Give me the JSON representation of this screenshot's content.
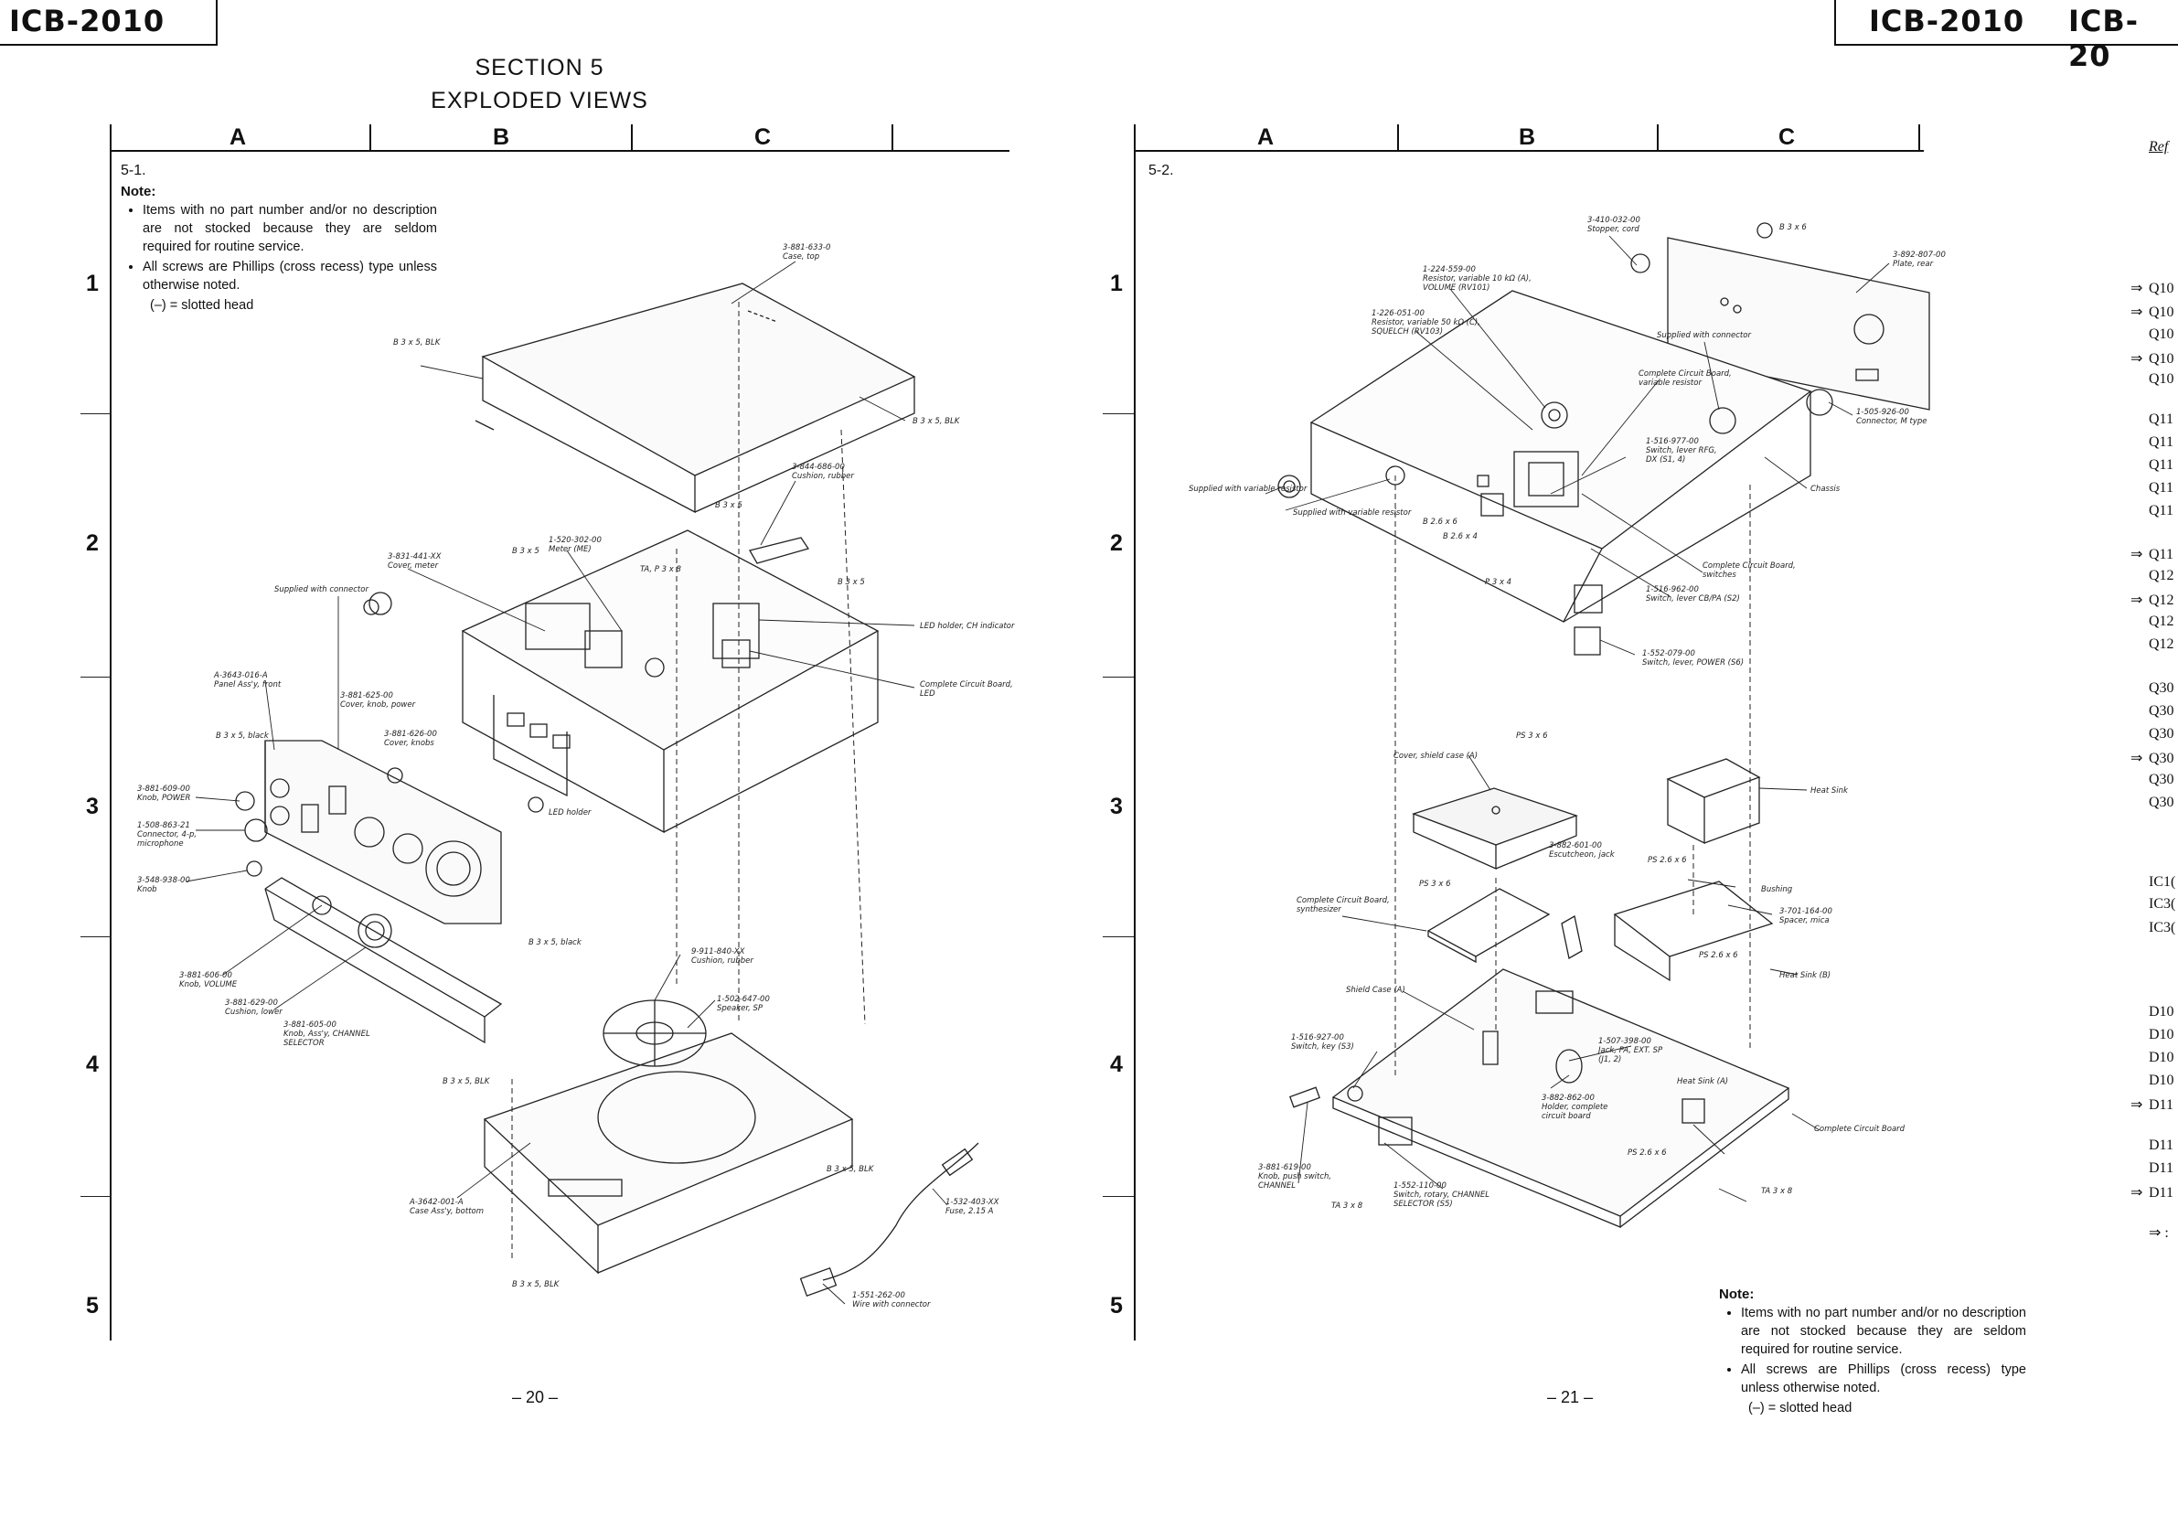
{
  "header": {
    "model_left": "ICB-2010",
    "model_right_1": "ICB-2010",
    "model_right_2": "ICB-20"
  },
  "section": {
    "line1": "SECTION 5",
    "line2": "EXPLODED VIEWS"
  },
  "columns": [
    "A",
    "B",
    "C"
  ],
  "rows": [
    "1",
    "2",
    "3",
    "4",
    "5"
  ],
  "left_page": {
    "figure_id": "5-1.",
    "note_title": "Note:",
    "notes": [
      "Items with no part number and/or no description are not stocked because they are seldom required for routine service.",
      "All screws are Phillips (cross recess) type unless otherwise noted."
    ],
    "slotted_note": "(–) = slotted head",
    "page_number": "– 20 –",
    "labels": {
      "case_top": "3-881-633-0\nCase, top",
      "screw_b3x5_blk_top": "B 3 x 5, BLK",
      "screw_b3x5_blk_right": "B 3 x 5, BLK",
      "cushion_rubber": "3-844-686-00\nCushion, rubber",
      "screw_b3x5_a": "B 3 x 5",
      "meter": "1-520-302-00\nMeter (ME)",
      "cover_meter": "3-831-441-XX\nCover, meter",
      "screw_b3x5_b": "B 3 x 5",
      "ta_p3x8": "TA, P 3 x 8",
      "screw_b3x5_c": "B 3 x 5",
      "supplied_connector": "Supplied with connector",
      "led_holder_ch": "LED holder, CH indicator",
      "panel_front": "A-3643-016-A\nPanel Ass'y, front",
      "cover_knob_power": "3-881-625-00\nCover, knob, power",
      "complete_board_led": "Complete Circuit Board,\nLED",
      "screw_b3x5_black_a": "B 3 x 5, black",
      "cover_knobs": "3-881-626-00\nCover, knobs",
      "knob_power": "3-881-609-00\nKnob, POWER",
      "led_holder": "LED holder",
      "connector_mic": "1-508-863-21\nConnector, 4-p,\nmicrophone",
      "knob": "3-548-938-00\nKnob",
      "screw_b3x5_black_b": "B 3 x 5, black",
      "knob_volume": "3-881-606-00\nKnob, VOLUME",
      "cushion_lower": "3-881-629-00\nCushion, lower",
      "knob_channel": "3-881-605-00\nKnob, Ass'y, CHANNEL\nSELECTOR",
      "cushion_rubber_2": "9-911-840-XX\nCushion, rubber",
      "speaker": "1-502-647-00\nSpeaker, SP",
      "screw_b3x5_blk_d": "B 3 x 5, BLK",
      "case_bottom": "A-3642-001-A\nCase Ass'y, bottom",
      "screw_b3x5_blk_e": "B 3 x 5, BLK",
      "fuse": "1-532-403-XX\nFuse, 2.15 A",
      "screw_b3x5_blk_f": "B 3 x 5, BLK",
      "wire_connector": "1-551-262-00\nWire with connector"
    }
  },
  "right_page": {
    "figure_id": "5-2.",
    "note_title": "Note:",
    "notes": [
      "Items with no part number and/or no description are not stocked because they are seldom required for routine service.",
      "All screws are Phillips (cross recess) type unless otherwise noted."
    ],
    "slotted_note": "(–) = slotted head",
    "page_number": "– 21 –",
    "labels": {
      "stopper_cord": "3-410-032-00\nStopper, cord",
      "screw_b3x6_top": "B 3 x 6",
      "plate_rear": "3-892-807-00\nPlate, rear",
      "resistor_volume": "1-224-559-00\nResistor, variable 10 kΩ (A),\nVOLUME (RV101)",
      "resistor_squelch": "1-226-051-00\nResistor, variable 50 kΩ (C),\nSQUELCH (RV103)",
      "supplied_connector": "Supplied with connector",
      "complete_board_var": "Complete Circuit Board,\nvariable resistor",
      "connector_m": "1-505-926-00\nConnector, M type",
      "switch_rfg": "1-516-977-00\nSwitch, lever RFG,\nDX (S1, 4)",
      "supplied_var_a": "Supplied with variable resistor",
      "chassis": "Chassis",
      "supplied_var_b": "Supplied with variable resistor",
      "b26x6": "B 2.6 x 6",
      "b26x4": "B 2.6 x 4",
      "complete_board_switches": "Complete Circuit Board,\nswitches",
      "b3x4": "P 3 x 4",
      "switch_cbpa": "1-516-962-00\nSwitch, lever CB/PA (S2)",
      "switch_power": "1-552-079-00\nSwitch, lever, POWER (S6)",
      "ps3x6_a": "PS 3 x 6",
      "cover_shield": "Cover, shield case (A)",
      "heat_sink": "Heat Sink",
      "escutcheon": "3-882-601-00\nEscutcheon, jack",
      "ps26x6_a": "PS 2.6 x 6",
      "ps3x6_b": "PS 3 x 6",
      "bushing": "Bushing",
      "complete_board_synth": "Complete Circuit Board,\nsynthesizer",
      "spacer_mica": "3-701-164-00\nSpacer, mica",
      "ps26x6_b": "PS 2.6 x 6",
      "heat_sink_b": "Heat Sink (B)",
      "shield_case": "Shield Case (A)",
      "switch_key": "1-516-927-00\nSwitch, key (S3)",
      "jack_pa": "1-507-398-00\nJack, PA, EXT. SP\n(J1, 2)",
      "holder_board": "3-882-862-00\nHolder, complete\ncircuit board",
      "heat_sink_a": "Heat Sink (A)",
      "complete_board": "Complete Circuit Board",
      "ps26x6_c": "PS 2.6 x 6",
      "knob_push": "3-881-619-00\nKnob, push switch,\nCHANNEL",
      "switch_rotary": "1-552-110-00\nSwitch, rotary, CHANNEL\nSELECTOR (S5)",
      "ta3x8_a": "TA 3 x 8",
      "ta3x8_b": "TA 3 x 8"
    }
  },
  "ref_column": {
    "header": "Ref",
    "items": [
      {
        "arrow": "⇒",
        "text": "Q10"
      },
      {
        "arrow": "⇒",
        "text": "Q10"
      },
      {
        "arrow": "",
        "text": "Q10"
      },
      {
        "arrow": "⇒",
        "text": "Q10"
      },
      {
        "arrow": "",
        "text": "Q10"
      },
      {
        "arrow": "",
        "text": "Q11"
      },
      {
        "arrow": "",
        "text": "Q11"
      },
      {
        "arrow": "",
        "text": "Q11"
      },
      {
        "arrow": "",
        "text": "Q11"
      },
      {
        "arrow": "",
        "text": "Q11"
      },
      {
        "arrow": "⇒",
        "text": "Q11"
      },
      {
        "arrow": "",
        "text": "Q12"
      },
      {
        "arrow": "⇒",
        "text": "Q12"
      },
      {
        "arrow": "",
        "text": "Q12"
      },
      {
        "arrow": "",
        "text": "Q12"
      },
      {
        "arrow": "",
        "text": "Q30"
      },
      {
        "arrow": "",
        "text": "Q30"
      },
      {
        "arrow": "",
        "text": "Q30"
      },
      {
        "arrow": "⇒",
        "text": "Q30"
      },
      {
        "arrow": "",
        "text": "Q30"
      },
      {
        "arrow": "",
        "text": "Q30"
      },
      {
        "arrow": "",
        "text": "IC1("
      },
      {
        "arrow": "",
        "text": "IC3("
      },
      {
        "arrow": "",
        "text": "IC3("
      },
      {
        "arrow": "",
        "text": "D10"
      },
      {
        "arrow": "",
        "text": "D10"
      },
      {
        "arrow": "",
        "text": "D10"
      },
      {
        "arrow": "",
        "text": "D10"
      },
      {
        "arrow": "⇒",
        "text": "D11"
      },
      {
        "arrow": "",
        "text": "D11"
      },
      {
        "arrow": "",
        "text": "D11"
      },
      {
        "arrow": "⇒",
        "text": "D11"
      },
      {
        "arrow": "",
        "text": "⇒ :"
      }
    ]
  }
}
